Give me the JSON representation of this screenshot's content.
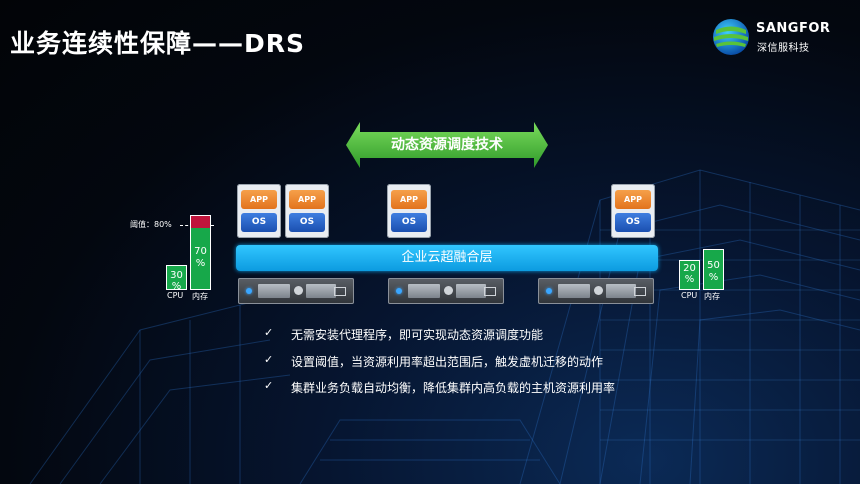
{
  "slide": {
    "title": "业务连续性保障——DRS",
    "logo": {
      "brand": "SANGFOR",
      "brand_cn": "深信服科技"
    },
    "banner": {
      "label": "动态资源调度技术"
    },
    "vms": [
      {
        "app": "APP",
        "os": "OS"
      },
      {
        "app": "APP",
        "os": "OS"
      },
      {
        "app": "APP",
        "os": "OS"
      },
      {
        "app": "APP",
        "os": "OS"
      }
    ],
    "hci_layer": "企业云超融合层",
    "left_gauge": {
      "threshold_label": "阈值：80%",
      "cpu": {
        "text": "30%",
        "value": 30,
        "line1": "30",
        "line2": "%"
      },
      "mem": {
        "text": "70%",
        "value": 70,
        "line1": "70",
        "line2": "%"
      },
      "cpu_label": "CPU",
      "mem_label": "内存"
    },
    "right_gauge": {
      "cpu": {
        "text": "20%",
        "value": 20,
        "line1": "20",
        "line2": "%"
      },
      "mem": {
        "text": "50%",
        "value": 50,
        "line1": "50",
        "line2": "%"
      },
      "cpu_label": "CPU",
      "mem_label": "内存"
    },
    "bullets": [
      "无需安装代理程序，即可实现动态资源调度功能",
      "设置阈值，当资源利用率超出范围后，触发虚机迁移的动作",
      "集群业务负载自动均衡，降低集群内高负载的主机资源利用率"
    ],
    "colors": {
      "green": "#17a84a",
      "red": "#c0143c",
      "cyan": "#1ab0f0",
      "orange": "#f08a2a",
      "blue": "#2a63c8"
    }
  }
}
